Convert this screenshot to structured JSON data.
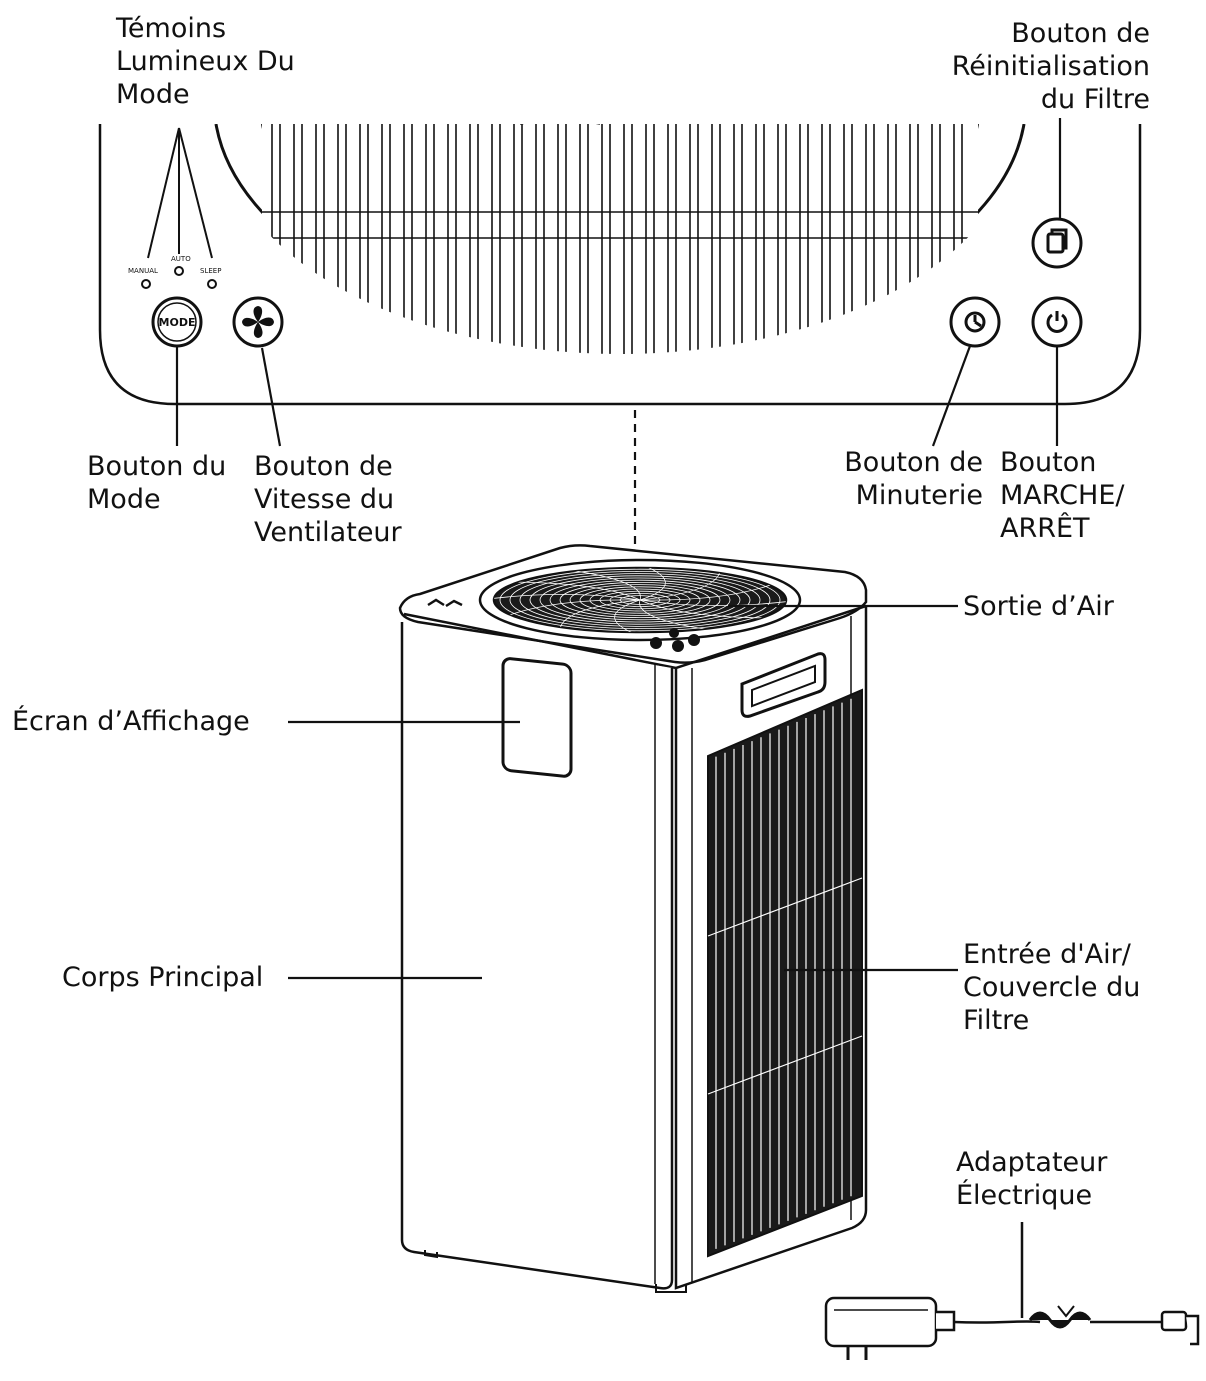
{
  "colors": {
    "ink": "#111111",
    "paper": "#ffffff",
    "panel": "#f4f4f4",
    "grille": "#1a1a1a"
  },
  "labels": {
    "mode_lights": "Témoins\nLumineux Du\nMode",
    "filter_reset": "Bouton de\nRéinitialisation\ndu Filtre",
    "mode_button": "Bouton du\nMode",
    "fan_speed_button": "Bouton de\nVitesse du\nVentilateur",
    "timer_button": "Bouton de\nMinuterie",
    "power_button": "Bouton\nMARCHE/\nARRÊT",
    "air_outlet": "Sortie d’Air",
    "display_screen": "Écran d’Affichage",
    "main_body": "Corps Principal",
    "air_inlet": "Entrée d'Air/\nCouvercle du\nFiltre",
    "power_adapter": "Adaptateur\nÉlectrique"
  },
  "panel_text": {
    "manual": "MANUAL",
    "auto": "AUTO",
    "sleep": "SLEEP",
    "mode_key": "MODE"
  },
  "icons": {
    "mode_button": "mode-icon",
    "fan_button": "fan-icon",
    "timer_button": "clock-icon",
    "power_button": "power-icon",
    "filter_reset_button": "filter-icon"
  }
}
